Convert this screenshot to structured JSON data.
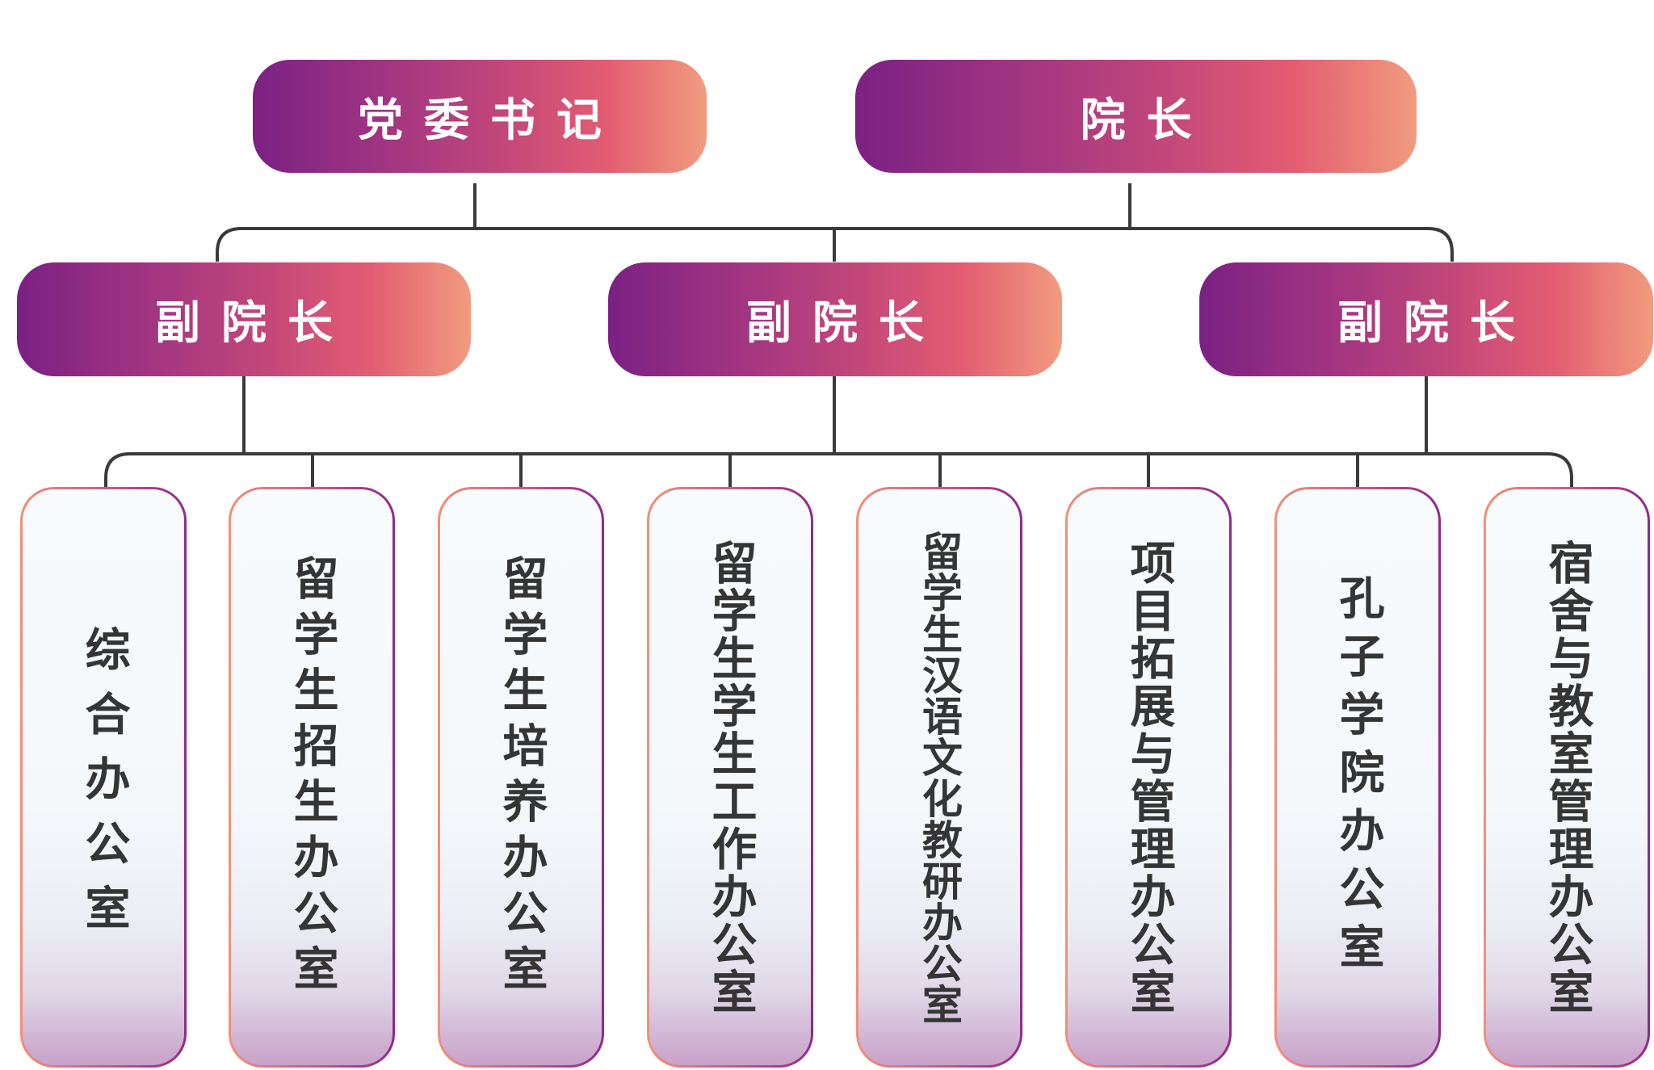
{
  "top_level": [
    {
      "label": "党委书记"
    },
    {
      "label": "院长"
    }
  ],
  "vice_presidents": [
    {
      "label": "副院长"
    },
    {
      "label": "副院长"
    },
    {
      "label": "副院长"
    }
  ],
  "offices": [
    {
      "label": "综合办公室"
    },
    {
      "label": "留学生招生办公室"
    },
    {
      "label": "留学生培养办公室"
    },
    {
      "label": "留学生学生工作办公室"
    },
    {
      "label": "留学生汉语文化教研办公室"
    },
    {
      "label": "项目拓展与管理办公室"
    },
    {
      "label": "孔子学院办公室"
    },
    {
      "label": "宿舍与教室管理办公室"
    }
  ],
  "colors": {
    "gradient_start": "#7a2183",
    "gradient_end": "#f19c7e",
    "line": "#3a3a3a",
    "text": "#353535"
  }
}
